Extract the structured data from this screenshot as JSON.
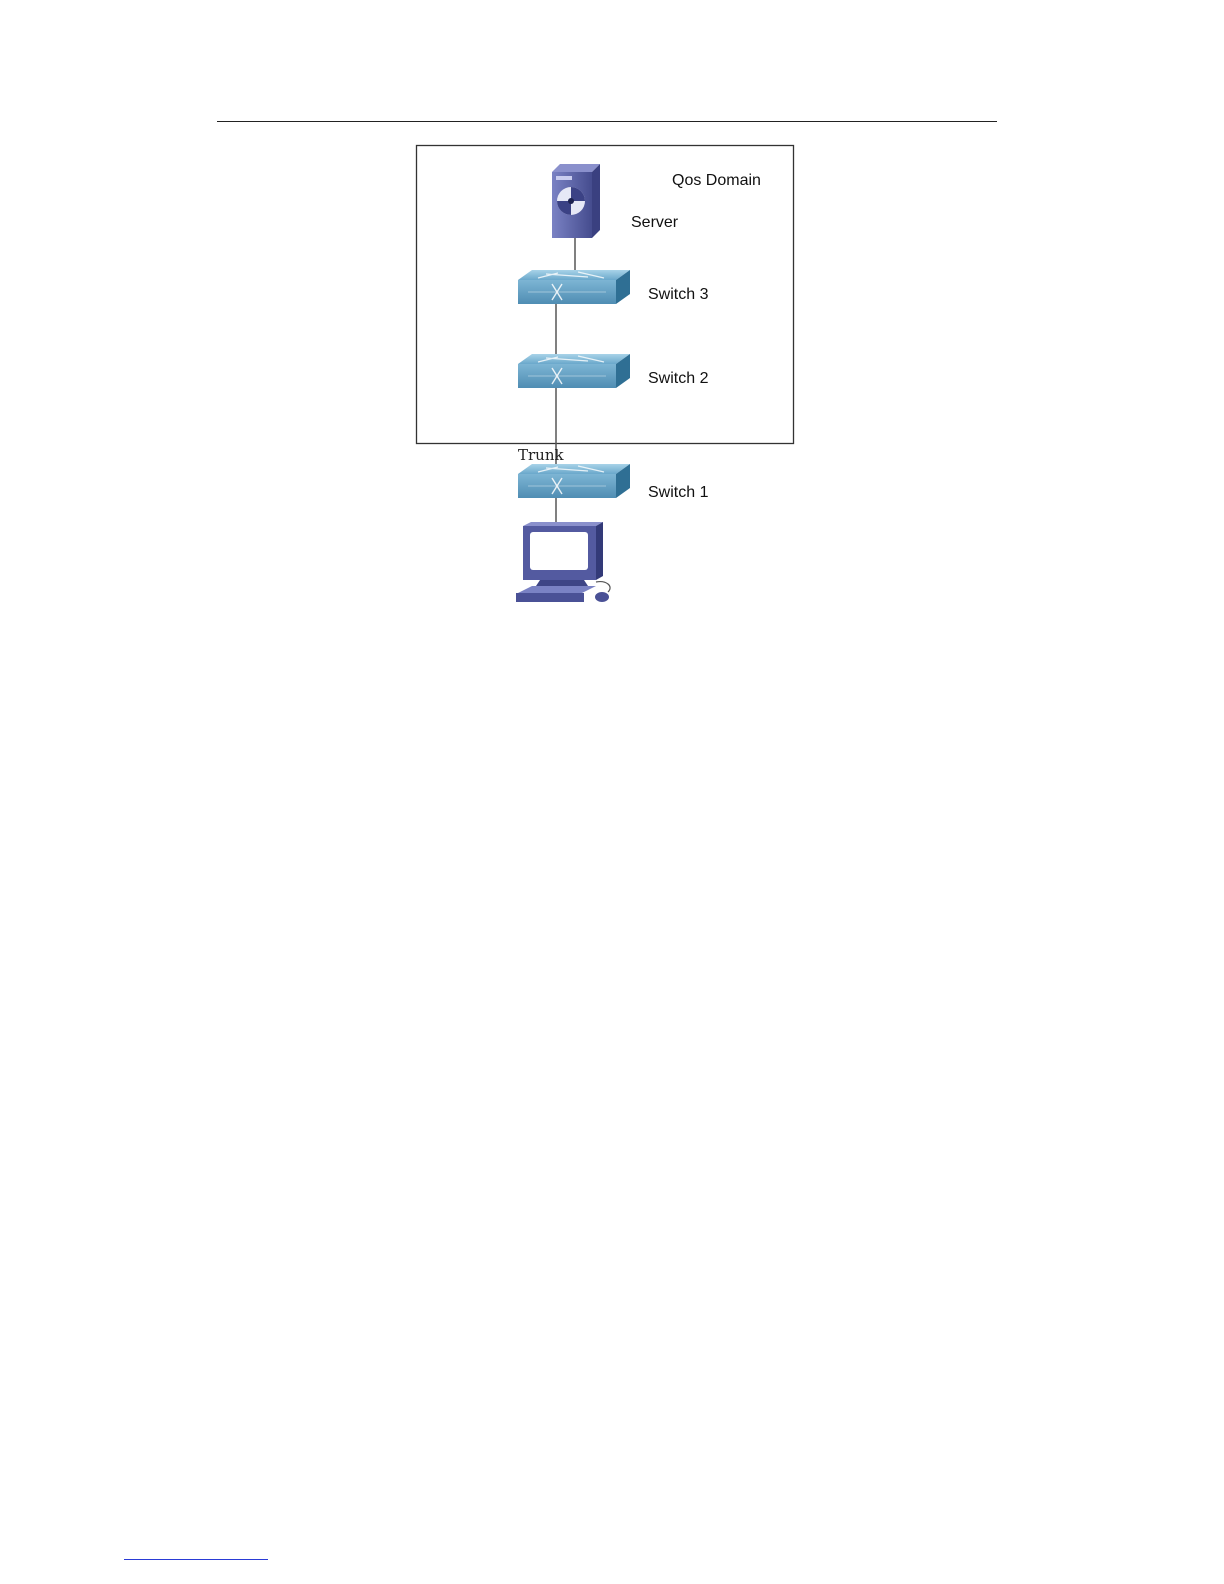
{
  "diagram": {
    "domain_label": "Qos Domain",
    "server_label": "Server",
    "switch3_label": "Switch 3",
    "switch2_label": "Switch 2",
    "trunk_label": "Trunk",
    "switch1_label": "Switch 1"
  },
  "colors": {
    "switch_top": "#7fb7d6",
    "switch_front": "#5d9cc0",
    "switch_side": "#2f6f94",
    "server_body": "#5b63a8",
    "pc_body": "#535aa0"
  },
  "icons": [
    "server-icon",
    "switch-icon",
    "pc-icon"
  ]
}
